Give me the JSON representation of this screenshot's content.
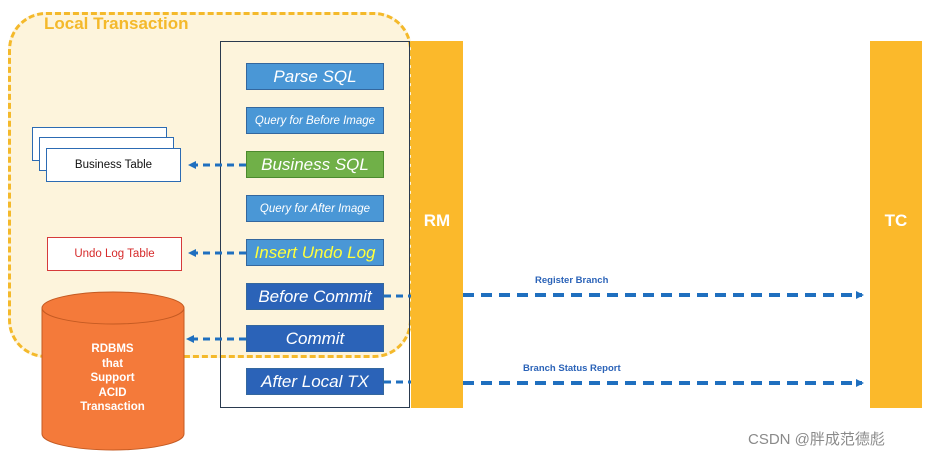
{
  "local_transaction": {
    "title": "Local Transaction"
  },
  "steps": {
    "parse_sql": "Parse SQL",
    "query_before_image": "Query for Before Image",
    "business_sql": "Business SQL",
    "query_after_image": "Query for After Image",
    "insert_undo_log": "Insert Undo Log",
    "before_commit": "Before Commit",
    "commit": "Commit",
    "after_local_tx": "After Local TX"
  },
  "stores": {
    "business_table": "Business Table",
    "undo_log_table": "Undo Log Table",
    "rdbms": "RDBMS\nthat\nSupport\nACID\nTransaction"
  },
  "participants": {
    "rm": "RM",
    "tc": "TC"
  },
  "connections": {
    "register_branch": "Register Branch",
    "branch_status_report": "Branch Status Report"
  },
  "watermark": "CSDN @胖成范德彪",
  "colors": {
    "accent_yellow": "#fbb92b",
    "region_border": "#f4b92b",
    "arrow_blue": "#1f6fbf",
    "step_light_blue": "#4a97d6",
    "step_dark_blue": "#2b63b8",
    "step_green": "#70b048",
    "rdbms_orange": "#f47a3a",
    "undo_red": "#d62b2b"
  }
}
